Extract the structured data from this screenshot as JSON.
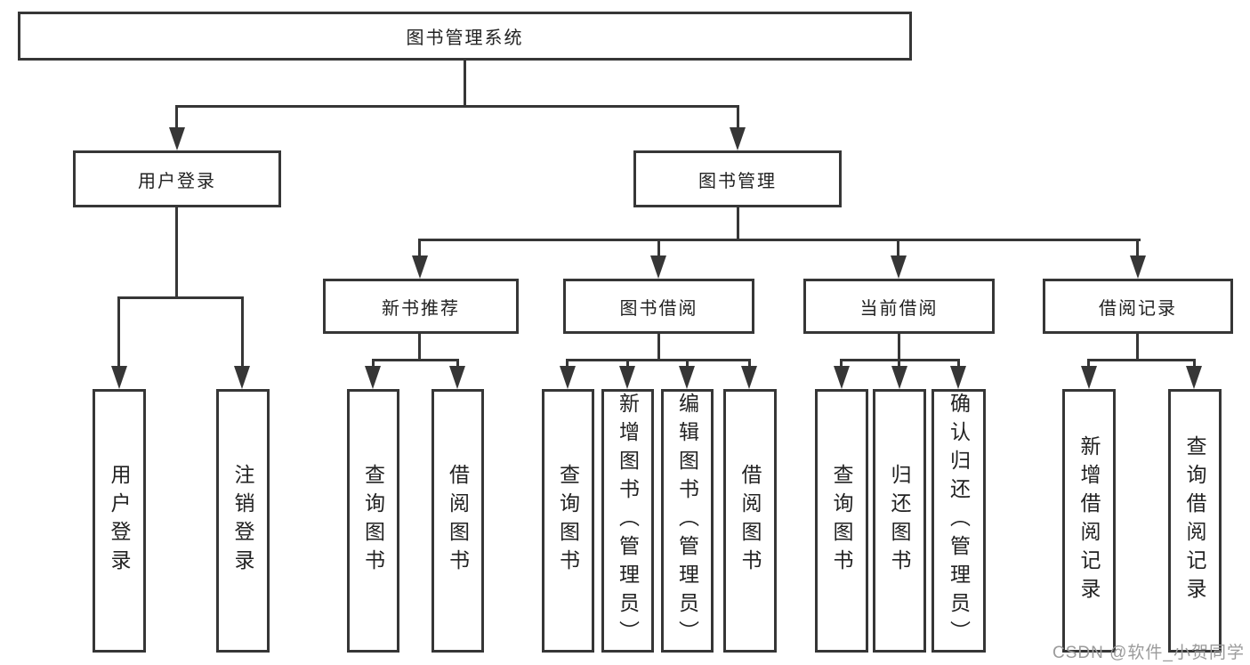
{
  "diagram": {
    "title": "图书管理系统",
    "root": {
      "label": "图书管理系统"
    },
    "level2": [
      {
        "label": "用户登录"
      },
      {
        "label": "图书管理"
      }
    ],
    "level3": [
      {
        "label": "新书推荐"
      },
      {
        "label": "图书借阅"
      },
      {
        "label": "当前借阅"
      },
      {
        "label": "借阅记录"
      }
    ],
    "leaves": {
      "user_login": [
        "用户登录",
        "注销登录"
      ],
      "new_book": [
        "查询图书",
        "借阅图书"
      ],
      "book_borrow": [
        "查询图书",
        "新增图书（管理员）",
        "编辑图书（管理员）",
        "借阅图书"
      ],
      "current_borrow": [
        "查询图书",
        "归还图书",
        "确认归还（管理员）"
      ],
      "borrow_record": [
        "新增借阅记录",
        "查询借阅记录"
      ]
    },
    "colors": {
      "line": "#363636",
      "text": "#222222",
      "background": "#ffffff",
      "watermark": "#9b9b9b"
    }
  },
  "watermark": {
    "text": "CSDN @软件_小贺同学"
  }
}
